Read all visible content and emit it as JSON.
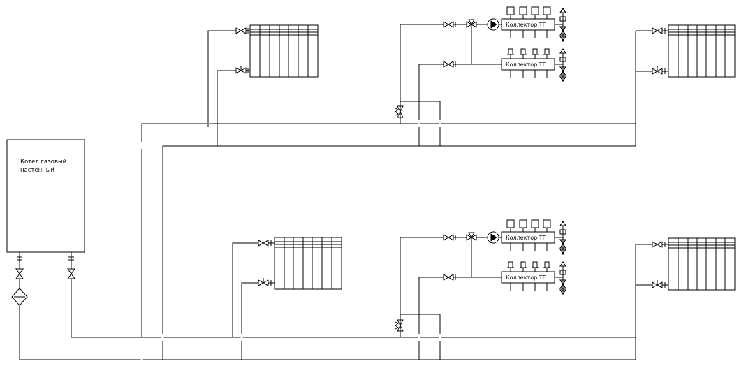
{
  "boiler": {
    "label_line1": "Котел газовый",
    "label_line2": "настенный"
  },
  "collector_label": "Коллектор ТП",
  "colors": {
    "line": "#000000",
    "background": "#ffffff"
  }
}
